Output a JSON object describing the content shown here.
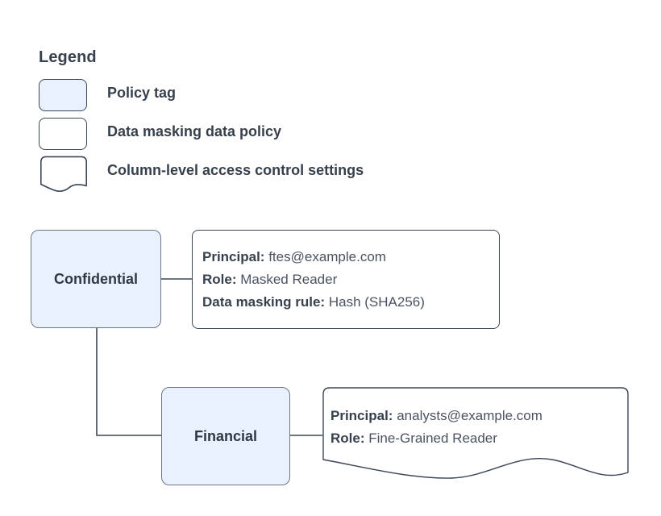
{
  "legend": {
    "title": "Legend",
    "items": [
      {
        "label": "Policy tag",
        "swatch": "filled-rounded-rect-icon"
      },
      {
        "label": "Data masking data policy",
        "swatch": "outline-rounded-rect-icon"
      },
      {
        "label": "Column-level access control settings",
        "swatch": "wavy-bottom-rect-icon"
      }
    ]
  },
  "diagram": {
    "nodes": [
      {
        "id": "confidential",
        "label": "Confidential"
      },
      {
        "id": "financial",
        "label": "Financial"
      }
    ],
    "cards": [
      {
        "id": "policy-card",
        "type": "data-masking-data-policy",
        "rows": [
          {
            "key": "Principal:",
            "value": "ftes@example.com"
          },
          {
            "key": "Role:",
            "value": "Masked Reader"
          },
          {
            "key": "Data masking rule:",
            "value": "Hash (SHA256)"
          }
        ]
      },
      {
        "id": "access-card",
        "type": "column-level-access-control-settings",
        "rows": [
          {
            "key": "Principal:",
            "value": "analysts@example.com"
          },
          {
            "key": "Role:",
            "value": "Fine-Grained Reader"
          }
        ]
      }
    ],
    "edges": [
      {
        "from": "confidential",
        "to": "policy-card"
      },
      {
        "from": "confidential",
        "to": "financial"
      },
      {
        "from": "financial",
        "to": "access-card"
      }
    ]
  },
  "colors": {
    "node_fill": "#e9f1fd",
    "node_border": "#6c7786",
    "card_border": "#3c4657",
    "text": "#37404d",
    "value_text": "#4a5360",
    "background": "#ffffff",
    "connector": "#3c4657"
  }
}
